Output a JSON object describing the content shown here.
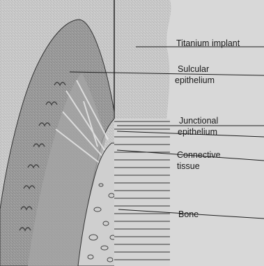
{
  "labels": {
    "titanium_implant": "Titanium implant",
    "sulcular_line1": "Sulcular",
    "sulcular_line2": "epithelium",
    "junctional_line1": "Junctional",
    "junctional_line2": "epithelium",
    "connective_line1": "Connective",
    "connective_line2": "tissue",
    "bone": "Bone"
  },
  "colors": {
    "background": "#c9c9c9",
    "gingiva": "#9c9c9c",
    "implant_face": "#d6d6d6",
    "line": "#1e1e1e"
  }
}
